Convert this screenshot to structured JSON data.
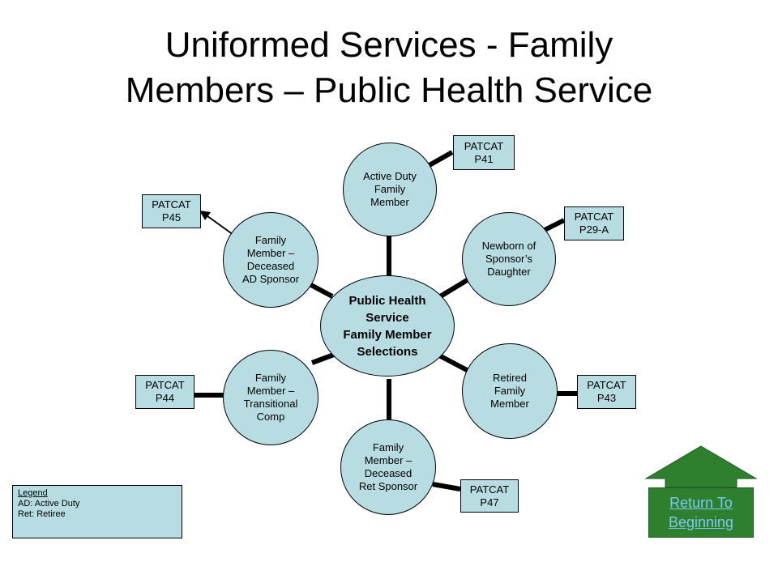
{
  "title": {
    "line1": "Uniformed Services - Family",
    "line2": "Members – Public Health Service"
  },
  "hub": {
    "lines": [
      "Public Health",
      "Service",
      "Family Member",
      "Selections"
    ]
  },
  "nodes": {
    "active_duty": {
      "lines": [
        "Active Duty",
        "Family",
        "Member"
      ]
    },
    "newborn": {
      "lines": [
        "Newborn of",
        "Sponsor’s",
        "Daughter"
      ]
    },
    "retired": {
      "lines": [
        "Retired",
        "Family",
        "Member"
      ]
    },
    "deceased_ret": {
      "lines": [
        "Family",
        "Member –",
        "Deceased",
        "Ret Sponsor"
      ]
    },
    "transitional": {
      "lines": [
        "Family",
        "Member –",
        "Transitional",
        "Comp"
      ]
    },
    "deceased_ad": {
      "lines": [
        "Family",
        "Member –",
        "Deceased",
        "AD Sponsor"
      ]
    }
  },
  "tags": {
    "p41": {
      "line1": "PATCAT",
      "line2": "P41"
    },
    "p29a": {
      "line1": "PATCAT",
      "line2": "P29-A"
    },
    "p43": {
      "line1": "PATCAT",
      "line2": "P43"
    },
    "p47": {
      "line1": "PATCAT",
      "line2": "P47"
    },
    "p44": {
      "line1": "PATCAT",
      "line2": "P44"
    },
    "p45": {
      "line1": "PATCAT",
      "line2": "P45"
    }
  },
  "legend": {
    "heading": "Legend",
    "items": [
      "AD: Active Duty",
      "Ret: Retiree"
    ]
  },
  "return_button": {
    "line1": "Return To",
    "line2": "Beginning"
  },
  "colors": {
    "node_fill": "#b7dde3",
    "button_green": "#2e7f2e",
    "link_blue": "#7ec8f2"
  }
}
